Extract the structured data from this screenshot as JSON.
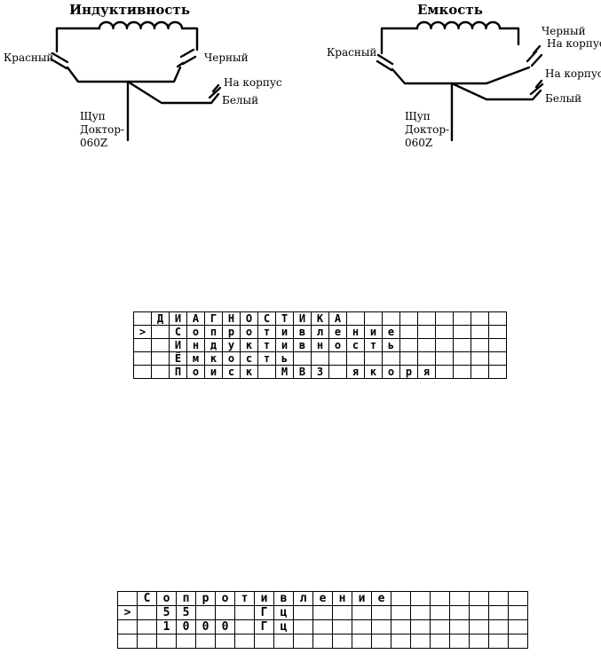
{
  "diagrams": {
    "inductance": {
      "title": "Индуктивность",
      "red": "Красный",
      "black": "Черный",
      "housing": "На корпус",
      "white": "Белый",
      "probe": [
        "Щуп",
        "Доктор-",
        "060Z"
      ]
    },
    "capacitance": {
      "title": "Емкость",
      "red": "Красный",
      "black": "Черный",
      "black_housing": "На корпус",
      "housing": "На корпус",
      "white": "Белый",
      "probe": [
        "Щуп",
        "Доктор-",
        "060Z"
      ]
    }
  },
  "lcd_menu": {
    "rows": [
      [
        "",
        "Д",
        "И",
        "А",
        "Г",
        "Н",
        "О",
        "С",
        "Т",
        "И",
        "К",
        "А",
        "",
        "",
        "",
        "",
        "",
        "",
        "",
        "",
        ""
      ],
      [
        ">",
        "",
        "С",
        "о",
        "п",
        "р",
        "о",
        "т",
        "и",
        "в",
        "л",
        "е",
        "н",
        "и",
        "е",
        "",
        "",
        "",
        "",
        "",
        ""
      ],
      [
        "",
        "",
        "И",
        "н",
        "д",
        "у",
        "к",
        "т",
        "и",
        "в",
        "н",
        "о",
        "с",
        "т",
        "ь",
        "",
        "",
        "",
        "",
        "",
        ""
      ],
      [
        "",
        "",
        "Ё",
        "м",
        "к",
        "о",
        "с",
        "т",
        "ь",
        "",
        "",
        "",
        "",
        "",
        "",
        "",
        "",
        "",
        "",
        "",
        ""
      ],
      [
        "",
        "",
        "П",
        "о",
        "и",
        "с",
        "к",
        "",
        "М",
        "В",
        "З",
        "",
        "я",
        "к",
        "о",
        "р",
        "я",
        "",
        "",
        "",
        ""
      ]
    ]
  },
  "lcd_resistance": {
    "rows": [
      [
        "",
        "С",
        "о",
        "п",
        "р",
        "о",
        "т",
        "и",
        "в",
        "л",
        "е",
        "н",
        "и",
        "е",
        "",
        "",
        "",
        "",
        "",
        "",
        ""
      ],
      [
        ">",
        "",
        "5",
        "5",
        "",
        "",
        "",
        "Г",
        "ц",
        "",
        "",
        "",
        "",
        "",
        "",
        "",
        "",
        "",
        "",
        "",
        ""
      ],
      [
        "",
        "",
        "1",
        "0",
        "0",
        "0",
        "",
        "Г",
        "ц",
        "",
        "",
        "",
        "",
        "",
        "",
        "",
        "",
        "",
        "",
        "",
        ""
      ],
      [
        "",
        "",
        "",
        "",
        "",
        "",
        "",
        "",
        "",
        "",
        "",
        "",
        "",
        "",
        "",
        "",
        "",
        "",
        "",
        "",
        ""
      ]
    ]
  }
}
